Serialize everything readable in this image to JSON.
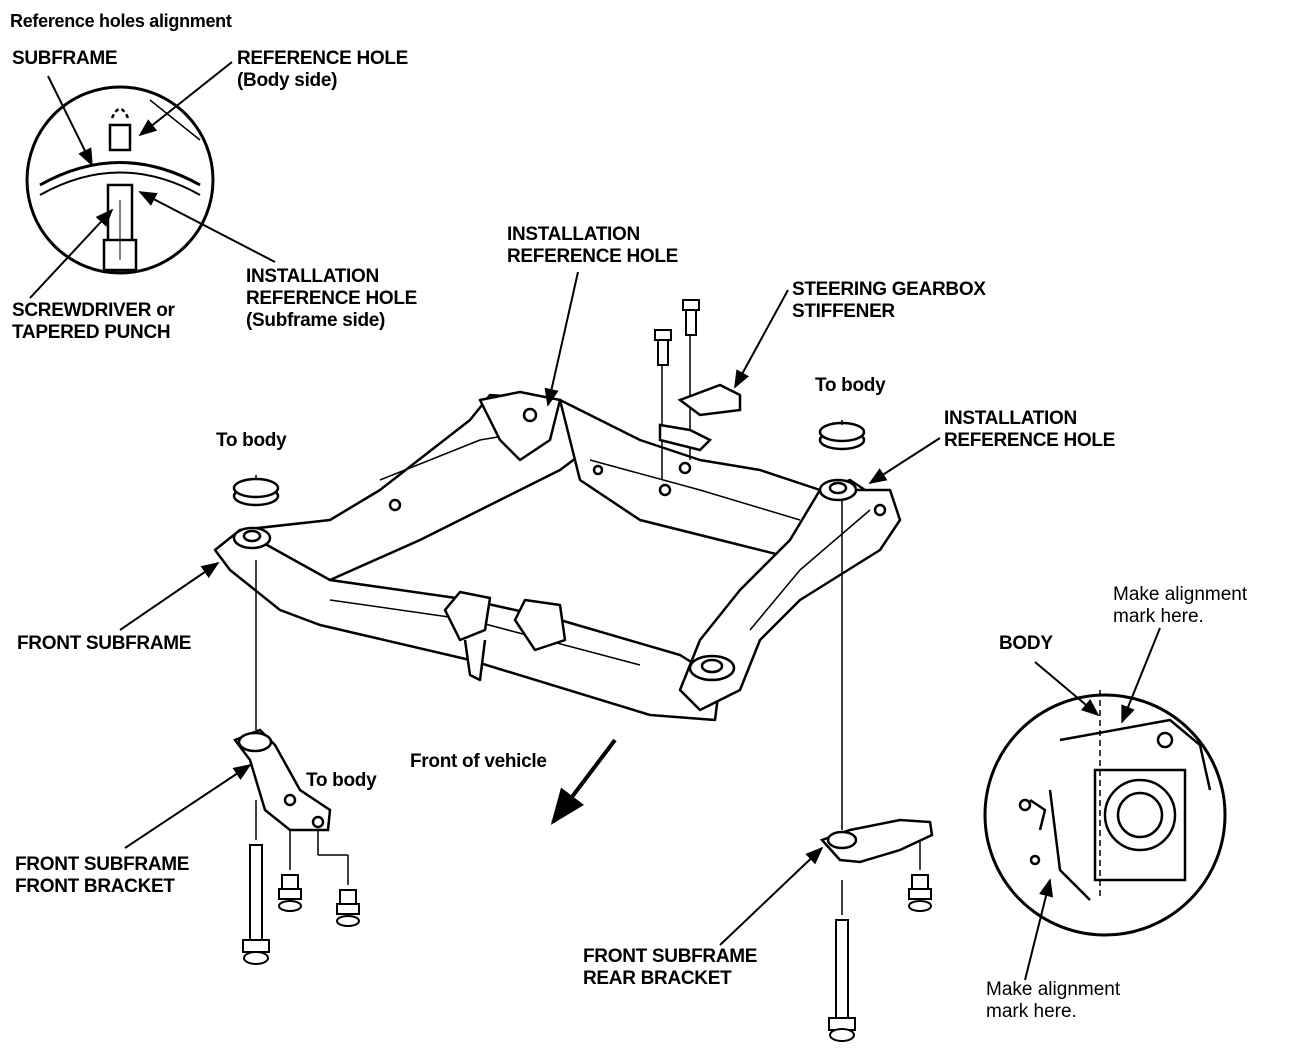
{
  "title": "Reference holes alignment",
  "labels": {
    "subframe": "SUBFRAME",
    "ref_hole_body": "REFERENCE HOLE\n(Body side)",
    "screwdriver": "SCREWDRIVER or\nTAPERED PUNCH",
    "inst_ref_hole_subframe": "INSTALLATION\nREFERENCE HOLE\n(Subframe side)",
    "inst_ref_hole_top": "INSTALLATION\nREFERENCE HOLE",
    "steering_stiffener": "STEERING GEARBOX\nSTIFFENER",
    "to_body_left": "To body",
    "to_body_right": "To body",
    "inst_ref_hole_right": "INSTALLATION\nREFERENCE HOLE",
    "front_subframe": "FRONT SUBFRAME",
    "to_body_bracket": "To body",
    "front_of_vehicle": "Front of vehicle",
    "front_bracket": "FRONT SUBFRAME\nFRONT BRACKET",
    "rear_bracket": "FRONT SUBFRAME\nREAR BRACKET",
    "body": "BODY",
    "align_mark_top": "Make alignment\nmark here.",
    "align_mark_bottom": "Make alignment\nmark here."
  }
}
